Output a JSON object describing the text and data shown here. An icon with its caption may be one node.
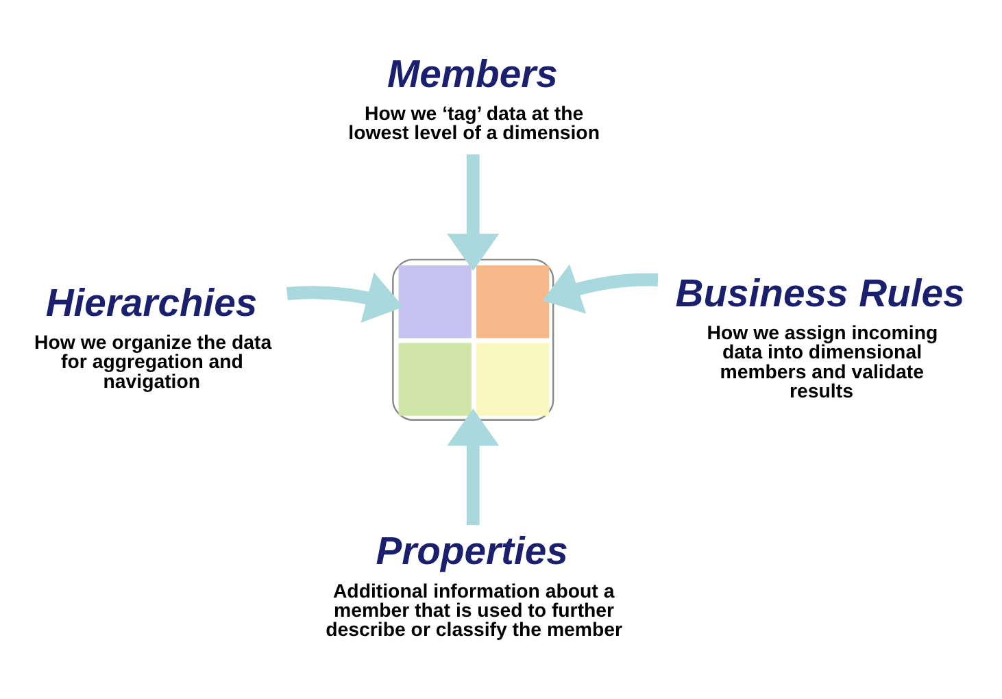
{
  "diagram": {
    "nodes": [
      {
        "text": [
          "Members",
          "How we ‘tag’ data at the lowest level of a dimension"
        ]
      },
      {
        "text": [
          "Hierarchies",
          "How we organize the data for aggregation and navigation"
        ]
      },
      {
        "text": [],
        "shape": "picture"
      },
      {
        "text": [
          "Business Rules",
          "How we assign incoming data into dimensional members and validate results"
        ]
      },
      {
        "text": [
          "Properties",
          "Additional information about a member that is used to further describe or classify the member"
        ]
      }
    ],
    "edges": [
      {
        "from": 0,
        "to": 2,
        "arrow": "to"
      },
      {
        "from": 1,
        "to": 2,
        "arrow": "to"
      },
      {
        "from": 3,
        "to": 2,
        "arrow": "to"
      },
      {
        "from": 4,
        "to": 2,
        "arrow": "to"
      }
    ]
  }
}
